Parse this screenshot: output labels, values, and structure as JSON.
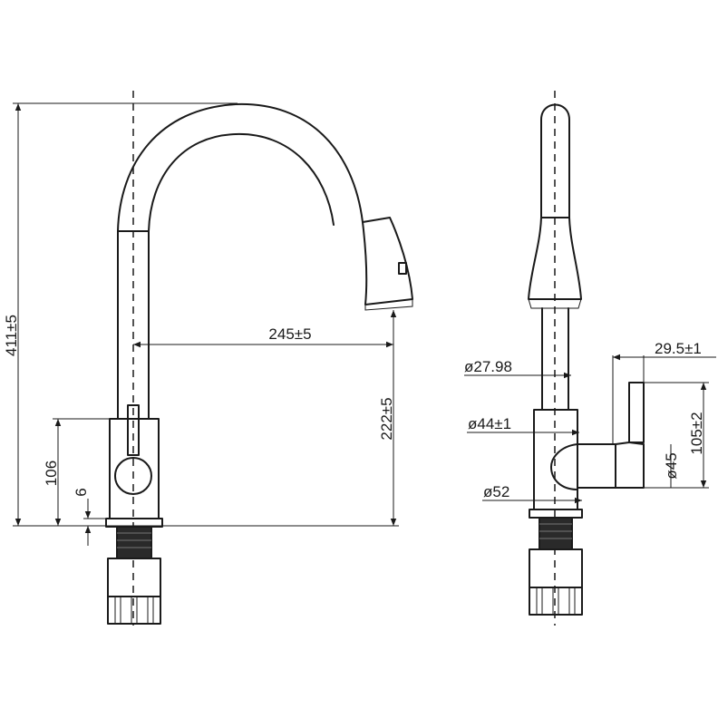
{
  "diagram": {
    "views": [
      "front-view",
      "side-view"
    ],
    "front_dimensions": {
      "overall_height": "411±5",
      "spout_reach": "245±5",
      "spout_height": "222±5",
      "body_height": "106",
      "base_thickness": "6"
    },
    "side_dimensions": {
      "spout_diameter": "ø27.98",
      "body_diameter": "ø44±1",
      "base_diameter": "ø52",
      "handle_offset": "29.5±1",
      "handle_height": "105±2",
      "handle_diameter": "ø45"
    },
    "colors": {
      "line": "#1a1a1a",
      "background": "#ffffff",
      "nut_fill": "#2a2a2a"
    }
  }
}
